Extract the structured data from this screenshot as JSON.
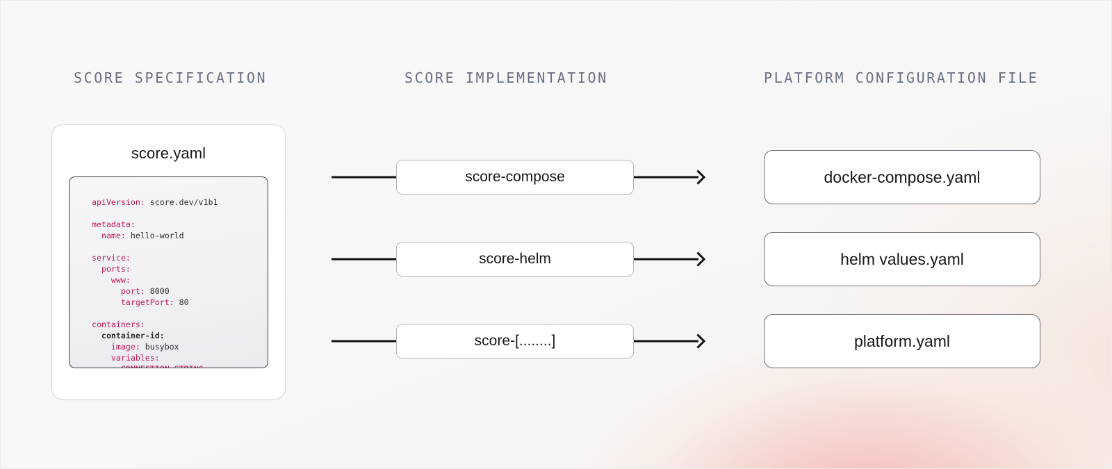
{
  "columns": {
    "spec_header": "SCORE SPECIFICATION",
    "impl_header": "SCORE IMPLEMENTATION",
    "platform_header": "PLATFORM CONFIGURATION FILE"
  },
  "spec_card": {
    "title": "score.yaml",
    "code_lines": [
      {
        "key": "apiVersion:",
        "value": " score.dev/v1b1",
        "indent": 0,
        "key_style": "pink"
      },
      {
        "blank": true
      },
      {
        "key": "metadata:",
        "value": "",
        "indent": 0,
        "key_style": "pink"
      },
      {
        "key": "name:",
        "value": " hello-world",
        "indent": 1,
        "key_style": "pink"
      },
      {
        "blank": true
      },
      {
        "key": "service:",
        "value": "",
        "indent": 0,
        "key_style": "pink"
      },
      {
        "key": "ports:",
        "value": "",
        "indent": 1,
        "key_style": "pink"
      },
      {
        "key": "www:",
        "value": "",
        "indent": 2,
        "key_style": "pink"
      },
      {
        "key": "port:",
        "value": " 8000",
        "indent": 3,
        "key_style": "pink"
      },
      {
        "key": "targetPort:",
        "value": " 80",
        "indent": 3,
        "key_style": "pink"
      },
      {
        "blank": true
      },
      {
        "key": "containers:",
        "value": "",
        "indent": 0,
        "key_style": "pink"
      },
      {
        "key": "container-id:",
        "value": "",
        "indent": 1,
        "key_style": "dark"
      },
      {
        "key": "image:",
        "value": " busybox",
        "indent": 2,
        "key_style": "pink"
      },
      {
        "key": "variables:",
        "value": "",
        "indent": 2,
        "key_style": "pink"
      },
      {
        "key": "CONNECTION_STRING:",
        "value": "",
        "indent": 3,
        "key_style": "pink"
      }
    ]
  },
  "implementations": [
    {
      "label": "score-compose"
    },
    {
      "label": "score-helm"
    },
    {
      "label": "score-[........]"
    }
  ],
  "platform_files": [
    {
      "label": "docker-compose.yaml"
    },
    {
      "label": "helm values.yaml"
    },
    {
      "label": "platform.yaml"
    }
  ],
  "colors": {
    "background": "#f7f7f8",
    "glow_pink": "#f4aab2",
    "header_text": "#6a7180",
    "yaml_key": "#c2185b",
    "yaml_value": "#2b2b31",
    "arrow": "#131316",
    "box_border": "#6d6d76"
  }
}
